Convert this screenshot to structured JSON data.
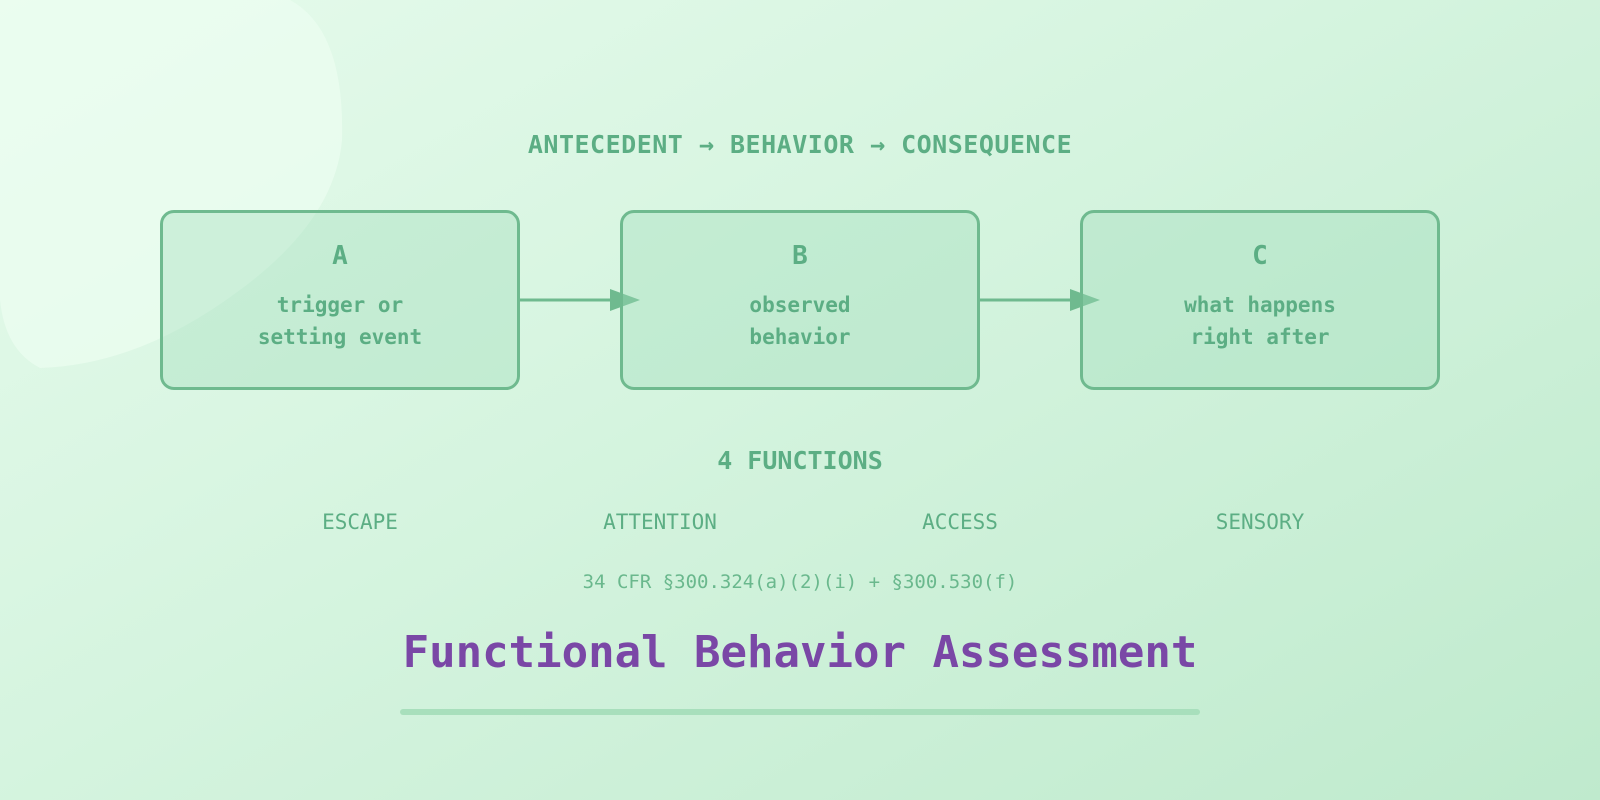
{
  "flow_title": "ANTECEDENT → BEHAVIOR → CONSEQUENCE",
  "boxes": [
    {
      "letter": "A",
      "desc": "trigger or\nsetting event"
    },
    {
      "letter": "B",
      "desc": "observed\nbehavior"
    },
    {
      "letter": "C",
      "desc": "what happens\nright after"
    }
  ],
  "functions_title": "4 FUNCTIONS",
  "functions": [
    "ESCAPE",
    "ATTENTION",
    "ACCESS",
    "SENSORY"
  ],
  "citation": "34 CFR §300.324(a)(2)(i) + §300.530(f)",
  "main_title": "Functional Behavior Assessment",
  "colors": {
    "accent_green": "#5cae84",
    "box_border": "#6fba8f",
    "title_purple": "#7a47a6"
  }
}
